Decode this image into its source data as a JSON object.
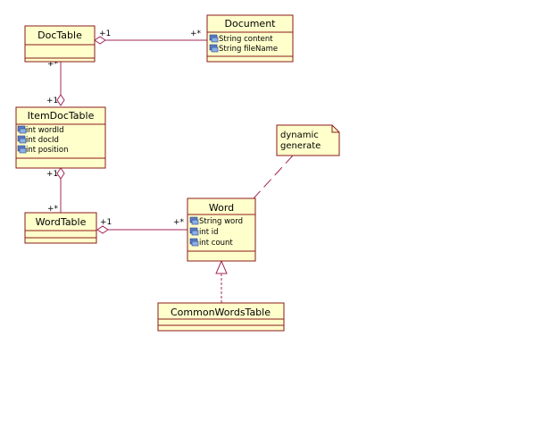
{
  "classes": {
    "doctable": {
      "name": "DocTable",
      "attributes": []
    },
    "document": {
      "name": "Document",
      "attributes": [
        "String content",
        "String fileName"
      ]
    },
    "itemdoctable": {
      "name": "ItemDocTable",
      "attributes": [
        "int wordId",
        "int docId",
        "int position"
      ]
    },
    "wordtable": {
      "name": "WordTable",
      "attributes": []
    },
    "word": {
      "name": "Word",
      "attributes": [
        "String word",
        "int id",
        "int count"
      ]
    },
    "commonwordstable": {
      "name": "CommonWordsTable",
      "attributes": []
    }
  },
  "multiplicities": {
    "doc_to_document_left": "+1",
    "doc_to_document_right": "+*",
    "doc_to_item_top": "+*",
    "doc_to_item_bottom": "+1",
    "word_to_item_top": "+1",
    "word_to_item_bottom": "+*",
    "wordtable_to_word_left": "+1",
    "wordtable_to_word_right": "+*"
  },
  "note": {
    "lines": [
      "dynamic",
      "generate"
    ]
  },
  "icons": {
    "attribute": "attribute-icon"
  },
  "colors": {
    "box_fill": "#ffffcc",
    "box_border": "#8b1a1a",
    "line": "#a0285a",
    "generalization": "#a0285a"
  }
}
